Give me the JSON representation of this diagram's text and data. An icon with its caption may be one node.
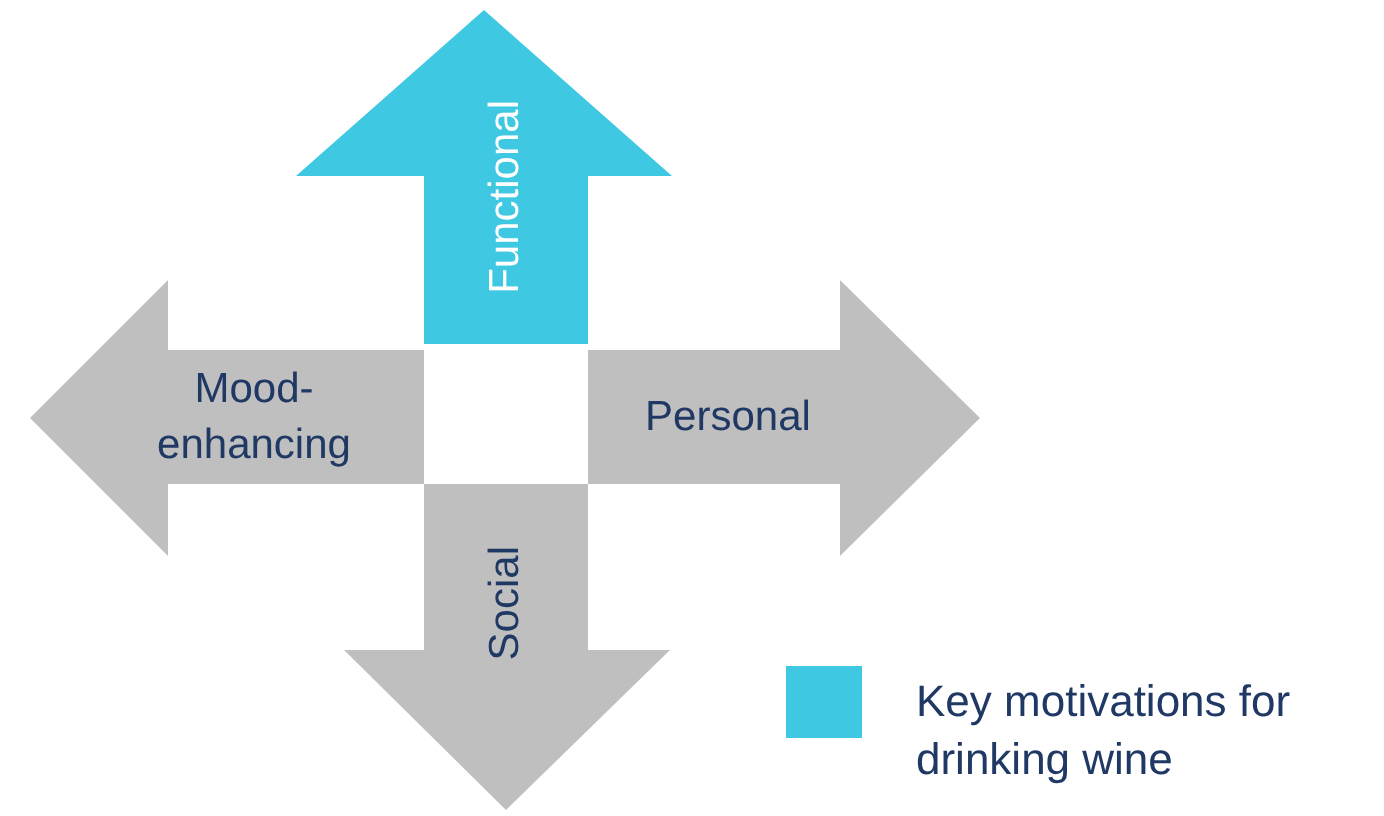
{
  "diagram": {
    "nodes": [
      {
        "text": [
          "Functional"
        ]
      },
      {
        "text": [
          "Mood-enhancing"
        ]
      },
      {
        "text": [
          "Personal"
        ]
      },
      {
        "text": [
          "Social"
        ]
      }
    ],
    "legend": [
      {
        "text": "Key motivations for drinking wine",
        "color": "#3ec8e2"
      }
    ]
  }
}
